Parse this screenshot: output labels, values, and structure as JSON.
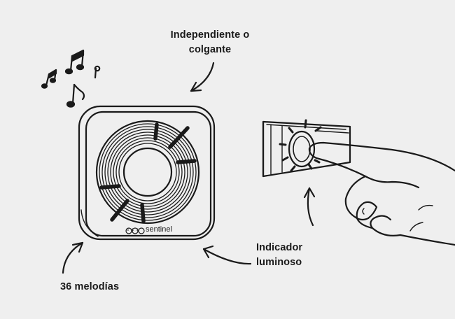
{
  "labels": {
    "standalone": [
      "Independiente o",
      "colgante"
    ],
    "indicator": [
      "Indicador",
      "luminoso"
    ],
    "melodies": "36 melodías"
  },
  "brand": {
    "logo_text": "scs",
    "name": "sentinel"
  },
  "icons": [
    "music-notes-icon",
    "doorbell-chime-icon",
    "doorbell-push-button-icon",
    "hand-icon",
    "arrow-icon"
  ],
  "colors": {
    "background": "#efefef",
    "ink": "#1a1a1a"
  }
}
